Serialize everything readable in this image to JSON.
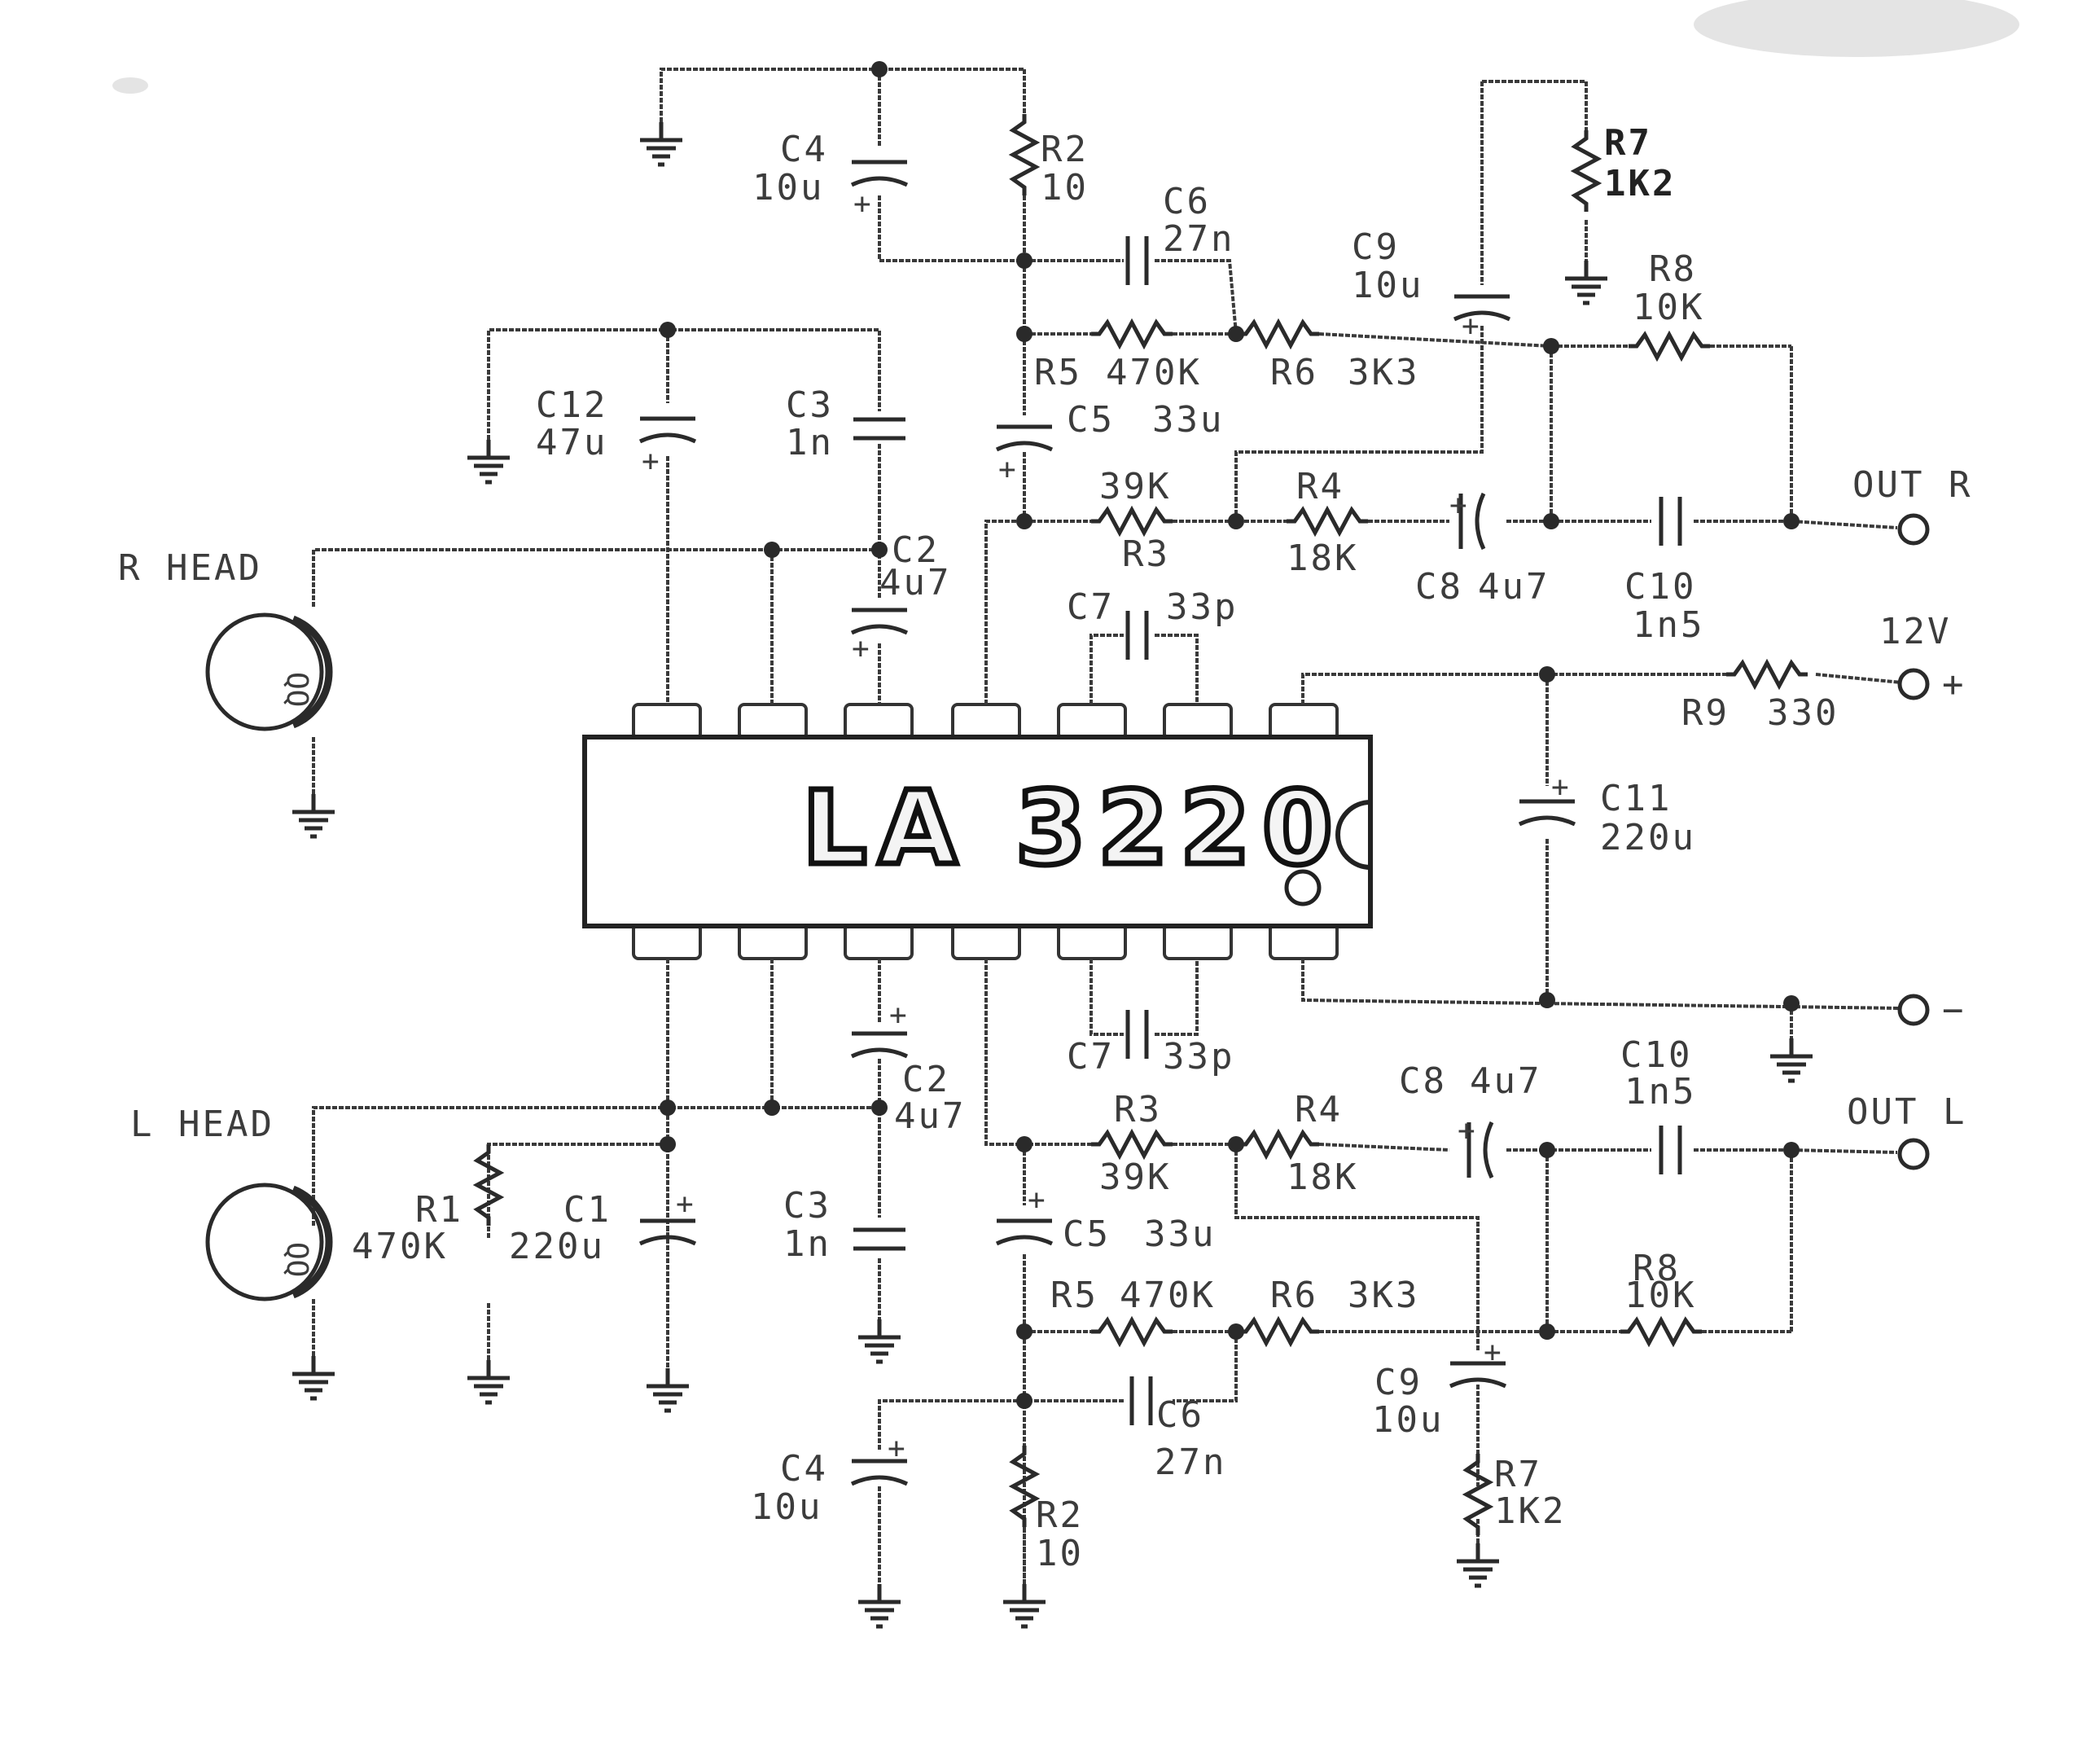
{
  "ic": {
    "name": "LA 3220"
  },
  "supply": {
    "plus_label": "12V",
    "plus_symbol": "+",
    "minus_symbol": "−"
  },
  "right_channel": {
    "head_label": "R HEAD",
    "output_label": "OUT R",
    "C4": {
      "ref": "C4",
      "value": "10u"
    },
    "R2": {
      "ref": "R2",
      "value": "10"
    },
    "C6": {
      "ref": "C6",
      "value": "27n"
    },
    "C12": {
      "ref": "C12",
      "value": "47u"
    },
    "C3": {
      "ref": "C3",
      "value": "1n"
    },
    "C2": {
      "ref": "C2",
      "value": "4u7"
    },
    "R5": {
      "ref": "R5",
      "value": "470K"
    },
    "R6": {
      "ref": "R6",
      "value": "3K3"
    },
    "C5": {
      "ref": "C5",
      "value": "33u"
    },
    "R3": {
      "ref": "R3",
      "value": "39K"
    },
    "R4": {
      "ref": "R4",
      "value": "18K"
    },
    "C7": {
      "ref": "C7",
      "value": "33p"
    },
    "C8": {
      "ref": "C8",
      "value": "4u7"
    },
    "C9": {
      "ref": "C9",
      "value": "10u"
    },
    "R7": {
      "ref": "R7",
      "value": "1K2"
    },
    "R8": {
      "ref": "R8",
      "value": "10K"
    },
    "C10": {
      "ref": "C10",
      "value": "1n5"
    }
  },
  "common": {
    "R9": {
      "ref": "R9",
      "value": "330"
    },
    "C11": {
      "ref": "C11",
      "value": "220u"
    }
  },
  "left_channel": {
    "head_label": "L HEAD",
    "output_label": "OUT L",
    "R1": {
      "ref": "R1",
      "value": "470K"
    },
    "C1": {
      "ref": "C1",
      "value": "220u"
    },
    "C3": {
      "ref": "C3",
      "value": "1n"
    },
    "C2": {
      "ref": "C2",
      "value": "4u7"
    },
    "C7": {
      "ref": "C7",
      "value": "33p"
    },
    "R3": {
      "ref": "R3",
      "value": "39K"
    },
    "R4": {
      "ref": "R4",
      "value": "18K"
    },
    "C8": {
      "ref": "C8",
      "value": "4u7"
    },
    "C10": {
      "ref": "C10",
      "value": "1n5"
    },
    "C5": {
      "ref": "C5",
      "value": "33u"
    },
    "R5": {
      "ref": "R5",
      "value": "470K"
    },
    "R6": {
      "ref": "R6",
      "value": "3K3"
    },
    "R8": {
      "ref": "R8",
      "value": "10K"
    },
    "C6": {
      "ref": "C6",
      "value": "27n"
    },
    "C9": {
      "ref": "C9",
      "value": "10u"
    },
    "C4": {
      "ref": "C4",
      "value": "10u"
    },
    "R2": {
      "ref": "R2",
      "value": "10"
    },
    "R7": {
      "ref": "R7",
      "value": "1K2"
    }
  }
}
